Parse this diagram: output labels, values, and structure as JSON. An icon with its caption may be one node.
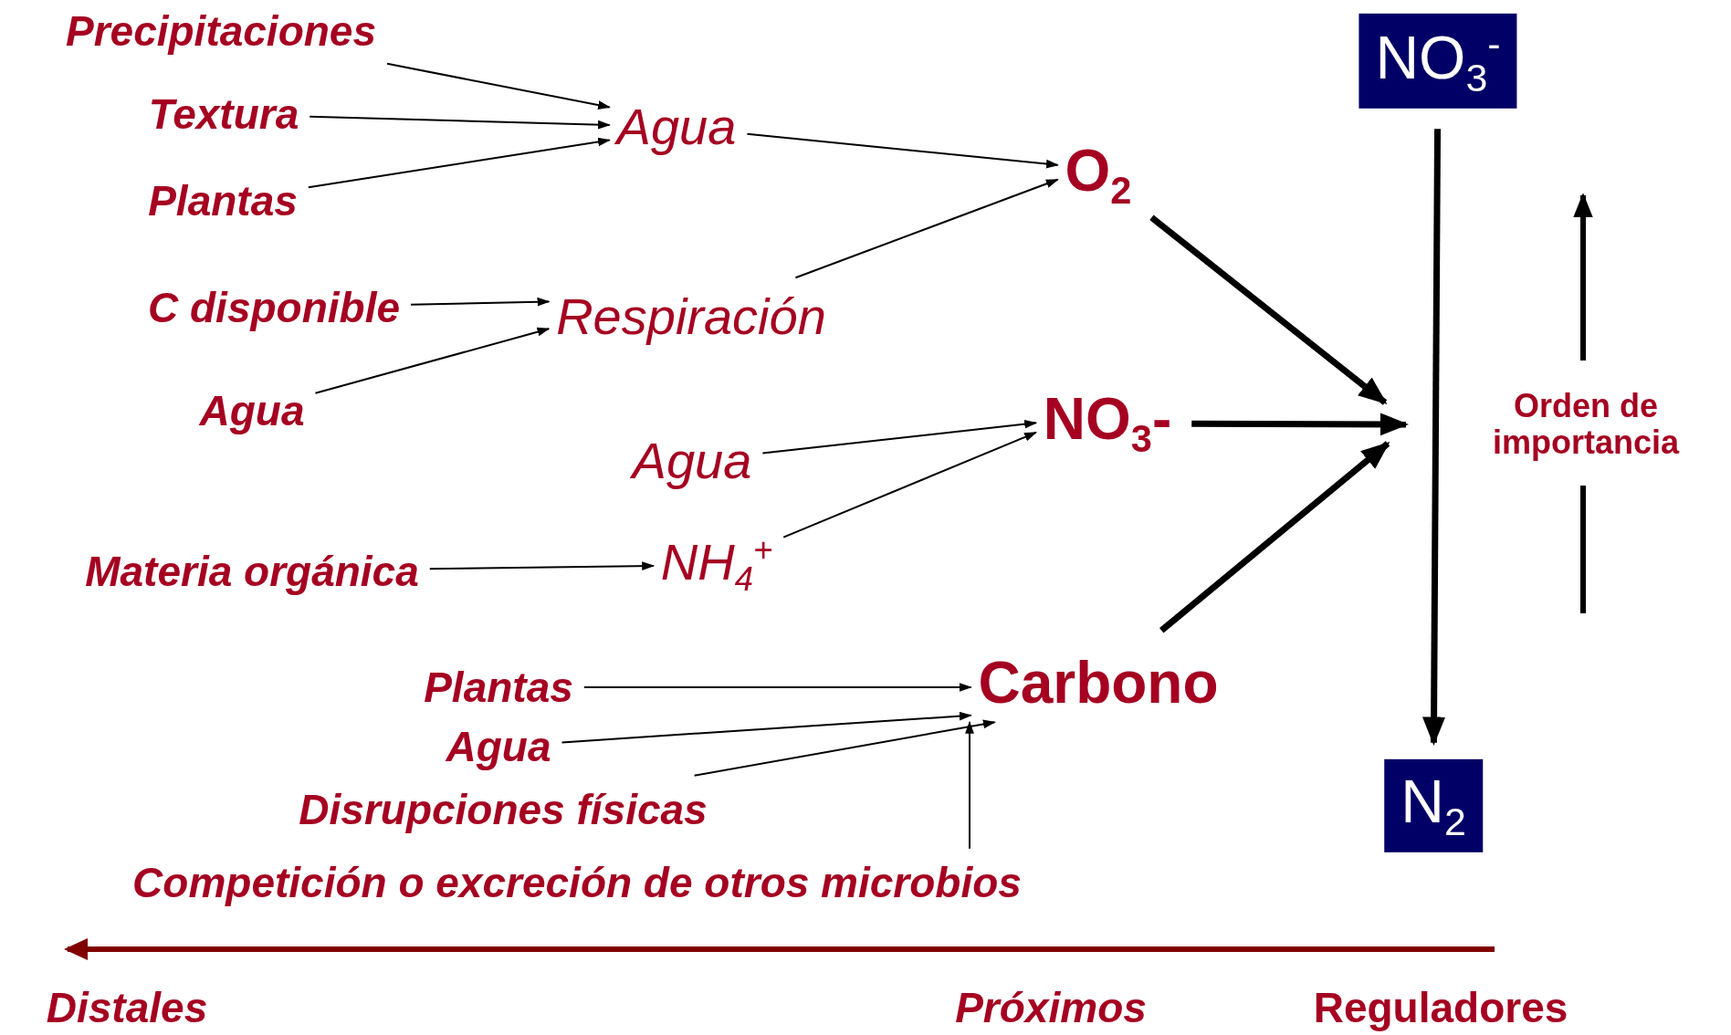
{
  "diagram": {
    "nodes": [
      {
        "text": [
          "Precipitaciones"
        ]
      },
      {
        "text": [
          "Textura"
        ]
      },
      {
        "text": [
          "Plantas"
        ]
      },
      {
        "text": [
          "Agua"
        ]
      },
      {
        "text": [
          "O$_{2}$"
        ]
      },
      {
        "text": [
          "C disponible"
        ]
      },
      {
        "text": [
          "Respiración"
        ]
      },
      {
        "text": [
          "Agua"
        ]
      },
      {
        "text": [
          "Agua"
        ]
      },
      {
        "text": [
          "NO$_{3}$-"
        ]
      },
      {
        "text": [
          "Materia orgánica"
        ]
      },
      {
        "text": [
          "NH$_{4}$$^{+}$"
        ]
      },
      {
        "text": [
          "Plantas"
        ]
      },
      {
        "text": [
          "Agua"
        ]
      },
      {
        "text": [
          "Disrupciones físicas"
        ]
      },
      {
        "text": [
          "Competición o excreción de otros microbios"
        ]
      },
      {
        "text": [
          "Carbono"
        ]
      },
      {
        "text": [
          "NO$_{3}$$^{-}$"
        ]
      },
      {
        "text": [
          "N$_{2}$"
        ]
      }
    ],
    "edges": [
      {
        "from": 0,
        "to": 3,
        "arrow": "to"
      },
      {
        "from": 1,
        "to": 3,
        "arrow": "to"
      },
      {
        "from": 2,
        "to": 3,
        "arrow": "to"
      },
      {
        "from": 3,
        "to": 4,
        "arrow": "to"
      },
      {
        "from": 5,
        "to": 6,
        "arrow": "to"
      },
      {
        "from": 7,
        "to": 6,
        "arrow": "to"
      },
      {
        "from": 6,
        "to": 4,
        "arrow": "to"
      },
      {
        "from": 8,
        "to": 9,
        "arrow": "to"
      },
      {
        "from": 11,
        "to": 9,
        "arrow": "to"
      },
      {
        "from": 10,
        "to": 11,
        "arrow": "to"
      },
      {
        "from": 12,
        "to": 16,
        "arrow": "to"
      },
      {
        "from": 13,
        "to": 16,
        "arrow": "to"
      },
      {
        "from": 14,
        "to": 16,
        "arrow": "to"
      },
      {
        "from": 15,
        "to": 16,
        "arrow": "to"
      },
      {
        "from": 4,
        "to": null,
        "arrow": "to",
        "style": "thick"
      },
      {
        "from": 9,
        "to": null,
        "arrow": "to",
        "style": "thick"
      },
      {
        "from": 16,
        "to": null,
        "arrow": "to",
        "style": "thick"
      },
      {
        "from": 17,
        "to": 18,
        "arrow": "to",
        "style": "thick"
      }
    ],
    "labels": [
      "Orden de importancia",
      "Distales",
      "Próximos",
      "Reguladores"
    ]
  }
}
